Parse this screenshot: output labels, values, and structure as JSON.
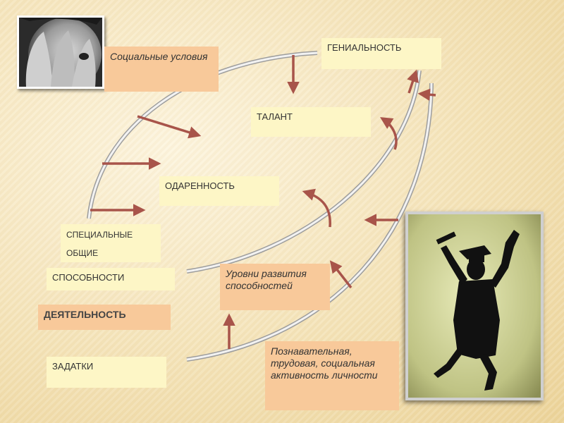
{
  "slide": {
    "boxes": {
      "geniality": "ГЕНИАЛЬНОСТЬ",
      "talent": "ТАЛАНТ",
      "giftedness": "ОДАРЕННОСТЬ",
      "special": "СПЕЦИАЛЬНЫЕ",
      "general": "ОБЩИЕ",
      "abilities": "СПОСОБНОСТИ",
      "activity": "ДЕЯТЕЛЬНОСТЬ",
      "inclinations": "ЗАДАТКИ",
      "social_conditions": "Социальные условия",
      "ability_levels": "Уровни развития способностей",
      "activity_kinds": "Познавательная, трудовая, социальная активность личности"
    },
    "colors": {
      "arrow": "#a8544a",
      "arc_light": "#f2f2f2",
      "arc_shadow": "#9d9d9d",
      "box_yellow": "#fdf6c6",
      "box_peach": "#f8c99a"
    },
    "images": {
      "left": "child-covering-eyes-photo",
      "right": "jumping-graduate-silhouette-photo"
    }
  }
}
